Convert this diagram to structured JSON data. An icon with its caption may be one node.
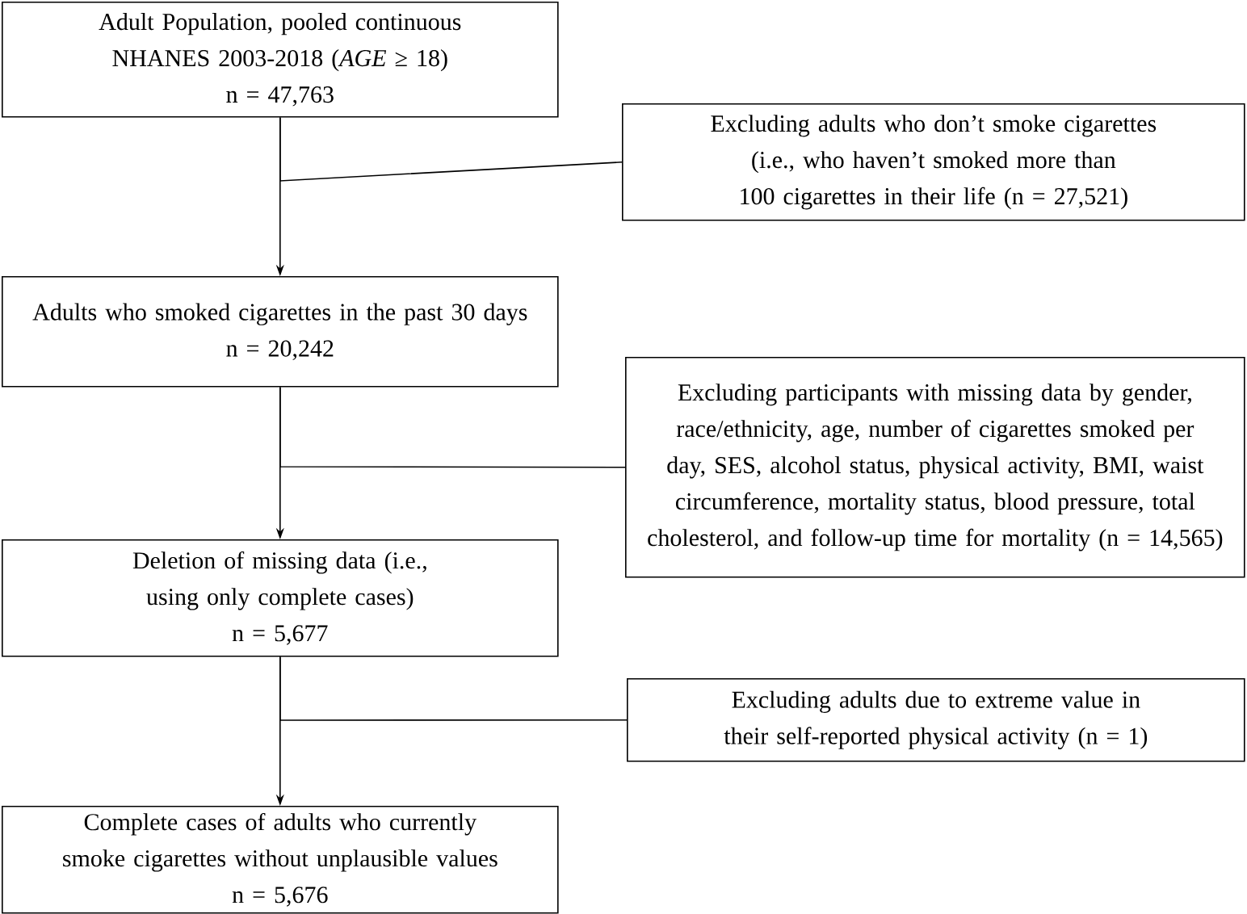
{
  "diagram": {
    "nodes": [
      {
        "text": [
          "Adult Population, pooled continuous NHANES 2003-2018 (*AGE* ≥ 18)",
          "n = 47,763"
        ]
      },
      {
        "text": [
          "Excluding adults who don’t smoke cigarettes (i.e., who haven’t smoked more than 100 cigarettes in their life (n = 27,521)"
        ]
      },
      {
        "text": [
          "Adults who smoked cigarettes in the past 30 days",
          "n = 20,242"
        ]
      },
      {
        "text": [
          "Excluding participants with missing data by gender, race/ethnicity, age, number of cigarettes smoked per day, SES, alcohol status, physical activity, BMI, waist circumference, mortality status, blood pressure, total cholesterol, and follow-up time for mortality (n = 14,565)"
        ]
      },
      {
        "text": [
          "Deletion of missing data (i.e., using only complete cases)",
          "n = 5,677"
        ]
      },
      {
        "text": [
          "Excluding adults due to extreme value in their self-reported physical activity (n = 1)"
        ]
      },
      {
        "text": [
          "Complete cases of adults who currently smoke cigarettes without unplausible values",
          "n = 5,676"
        ]
      }
    ],
    "edges": [
      {
        "from": 0,
        "to": 2,
        "arrow": "to"
      },
      {
        "from": 0,
        "to": 1,
        "arrow": "none"
      },
      {
        "from": 2,
        "to": 4,
        "arrow": "to"
      },
      {
        "from": 2,
        "to": 3,
        "arrow": "none"
      },
      {
        "from": 4,
        "to": 6,
        "arrow": "to"
      },
      {
        "from": 4,
        "to": 5,
        "arrow": "none"
      }
    ]
  }
}
